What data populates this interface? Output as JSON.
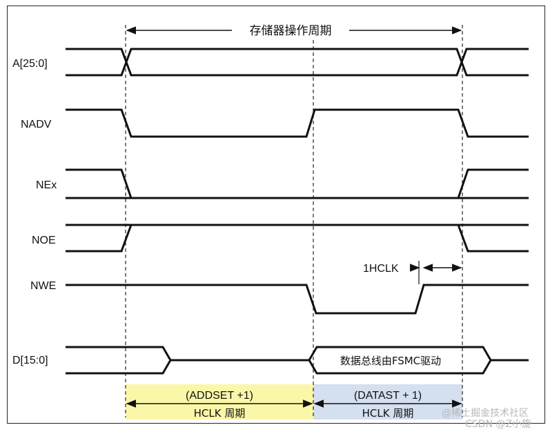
{
  "diagram": {
    "title": "存储器操作周期",
    "signals": {
      "addr": "A[25:0]",
      "nadv": "NADV",
      "nex": "NEx",
      "noe": "NOE",
      "nwe": "NWE",
      "data": "D[15:0]"
    },
    "data_bus_note": "数据总线由FSMC驱动",
    "hclk_note": "1HCLK",
    "phases": {
      "addset": {
        "top": "(ADDSET +1)",
        "bottom": "HCLK 周期",
        "color": "#fbf7a8"
      },
      "datast": {
        "top": "(DATAST + 1)",
        "bottom": "HCLK 周期",
        "color": "#d4dff0"
      }
    }
  },
  "watermark": {
    "line1": "@稀土掘金技术社区",
    "line2": "CSDN @Z小旋"
  }
}
